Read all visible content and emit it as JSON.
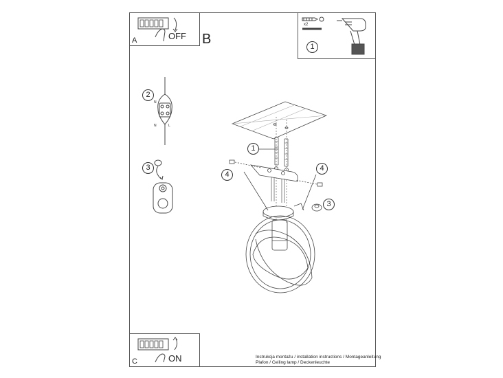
{
  "steps": {
    "a_letter": "A",
    "a_word": "OFF",
    "b_letter": "B",
    "c_letter": "C",
    "c_word": "ON"
  },
  "callouts": {
    "tools": "1",
    "wire": "2",
    "clip": "3",
    "dowel": "1",
    "screw_left": "4",
    "screw_right": "4",
    "cap": "3",
    "wire_label_top": "N",
    "wire_label_bottom": "N",
    "wire_label_right": "L",
    "dowel_count": "x2"
  },
  "footer": {
    "line1": "Instrukcja montażu / installation instructions / Montageanleitung",
    "line2": "Plafon / Ceiling lamp / Deckenleuchte"
  }
}
